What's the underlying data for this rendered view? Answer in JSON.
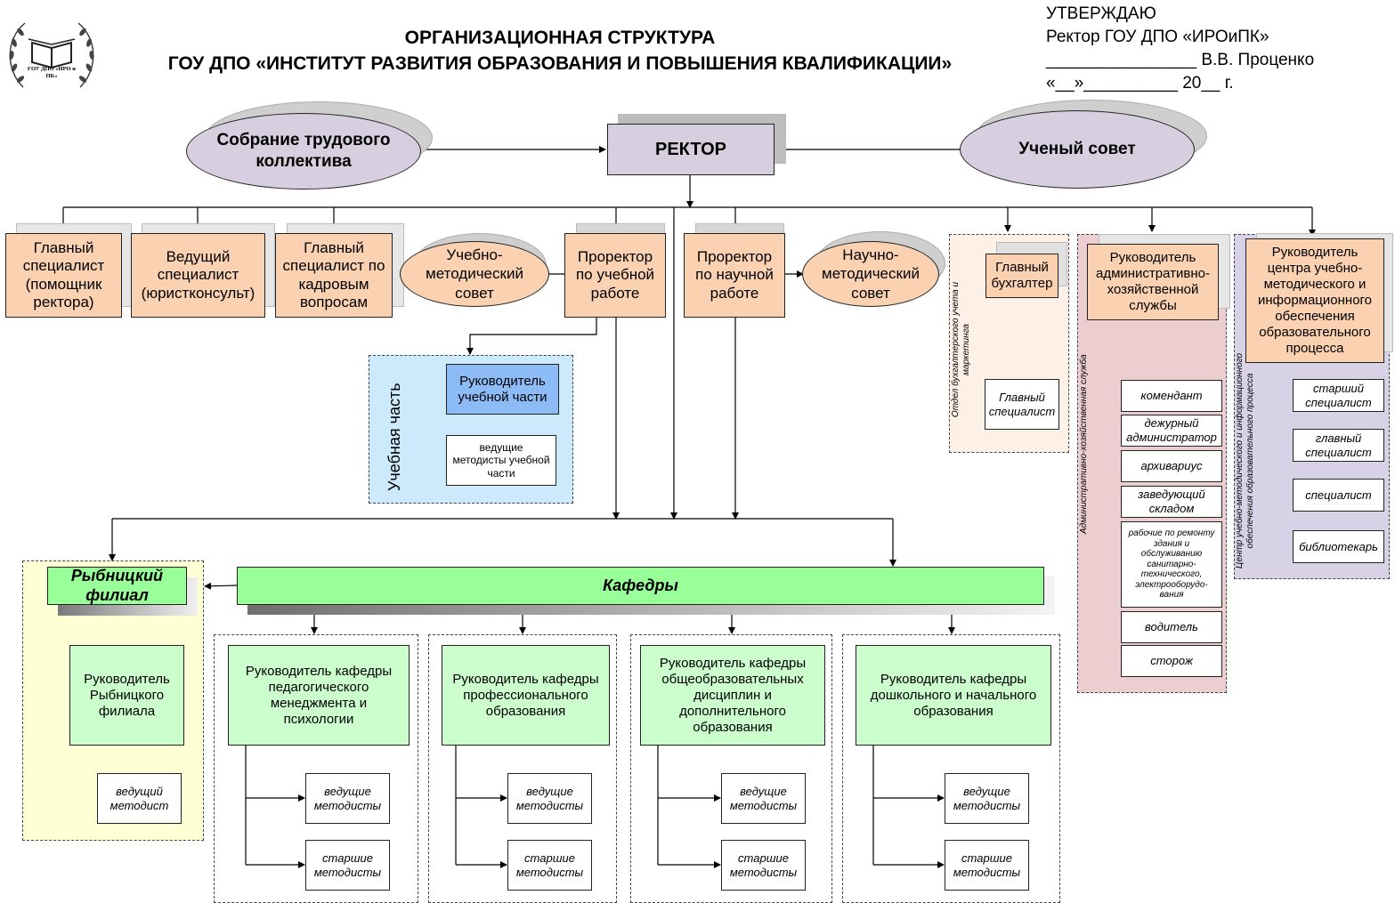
{
  "approval": {
    "line1": "УТВЕРЖДАЮ",
    "line2": "Ректор ГОУ ДПО «ИРОиПК»",
    "line3": "________________ В.В. Проценко",
    "line4": "«__»__________ 20__ г."
  },
  "logo": {
    "text": "ГОУ ДПО «ИРО и ПК»",
    "icon": "book-laurel-emblem"
  },
  "title": {
    "line1": "ОРГАНИЗАЦИОННАЯ СТРУКТУРА",
    "line2": "ГОУ ДПО «ИНСТИТУТ РАЗВИТИЯ ОБРАЗОВАНИЯ И ПОВЫШЕНИЯ КВАЛИФИКАЦИИ»"
  },
  "top": {
    "assembly": "Собрание трудового коллектива",
    "rector": "РЕКТОР",
    "council": "Ученый совет"
  },
  "staff": {
    "chief_assistant": "Главный специалист (помощник ректора)",
    "lawyer": "Ведущий специалист (юристконсульт)",
    "hr": "Главный специалист по кадровым вопросам"
  },
  "vice": {
    "edu_council": "Учебно-методический совет",
    "edu_vice": "Проректор по учебной работе",
    "sci_vice": "Проректор по научной работе",
    "sci_council": "Научно-методический совет"
  },
  "edu_part": {
    "label": "Учебная часть",
    "head": "Руководитель учебной части",
    "methodists": "ведущие методисты учебной части"
  },
  "accounting": {
    "label": "Отдел бухгалтерского учета и маркетинга",
    "chief": "Главный бухгалтер",
    "specialist": "Главный специалист"
  },
  "admin": {
    "label": "Административно-хозяйственная служба",
    "head": "Руководитель административно-хозяйственной службы",
    "items": [
      "комендант",
      "дежурный администратор",
      "архивариус",
      "заведующий складом",
      "рабочие по ремонту здания и обслуживанию санитарно-технического, электрооборудо-вания",
      "водитель",
      "сторож"
    ]
  },
  "center": {
    "label": "Центр учебно-методического и информационного обеспечения образовательного процесса",
    "head": "Руководитель центра учебно-методического и информационного обеспечения образовательного процесса",
    "items": [
      "старший специалист",
      "главный специалист",
      "специалист",
      "библиотекарь"
    ]
  },
  "branch": {
    "title": "Рыбницкий филиал",
    "head": "Руководитель Рыбницкого филиала",
    "methodist": "ведущий методист"
  },
  "departments": {
    "title": "Кафедры",
    "items": [
      {
        "head": "Руководитель кафедры педагогического менеджмента и психологии",
        "m1": "ведущие методисты",
        "m2": "старшие методисты"
      },
      {
        "head": "Руководитель кафедры профессионального образования",
        "m1": "ведущие методисты",
        "m2": "старшие методисты"
      },
      {
        "head": "Руководитель кафедры общеобразовательных дисциплин и дополнительного образования",
        "m1": "ведущие методисты",
        "m2": "старшие методисты"
      },
      {
        "head": "Руководитель кафедры дошкольного и начального образования",
        "m1": "ведущие методисты",
        "m2": "старшие методисты"
      }
    ]
  }
}
